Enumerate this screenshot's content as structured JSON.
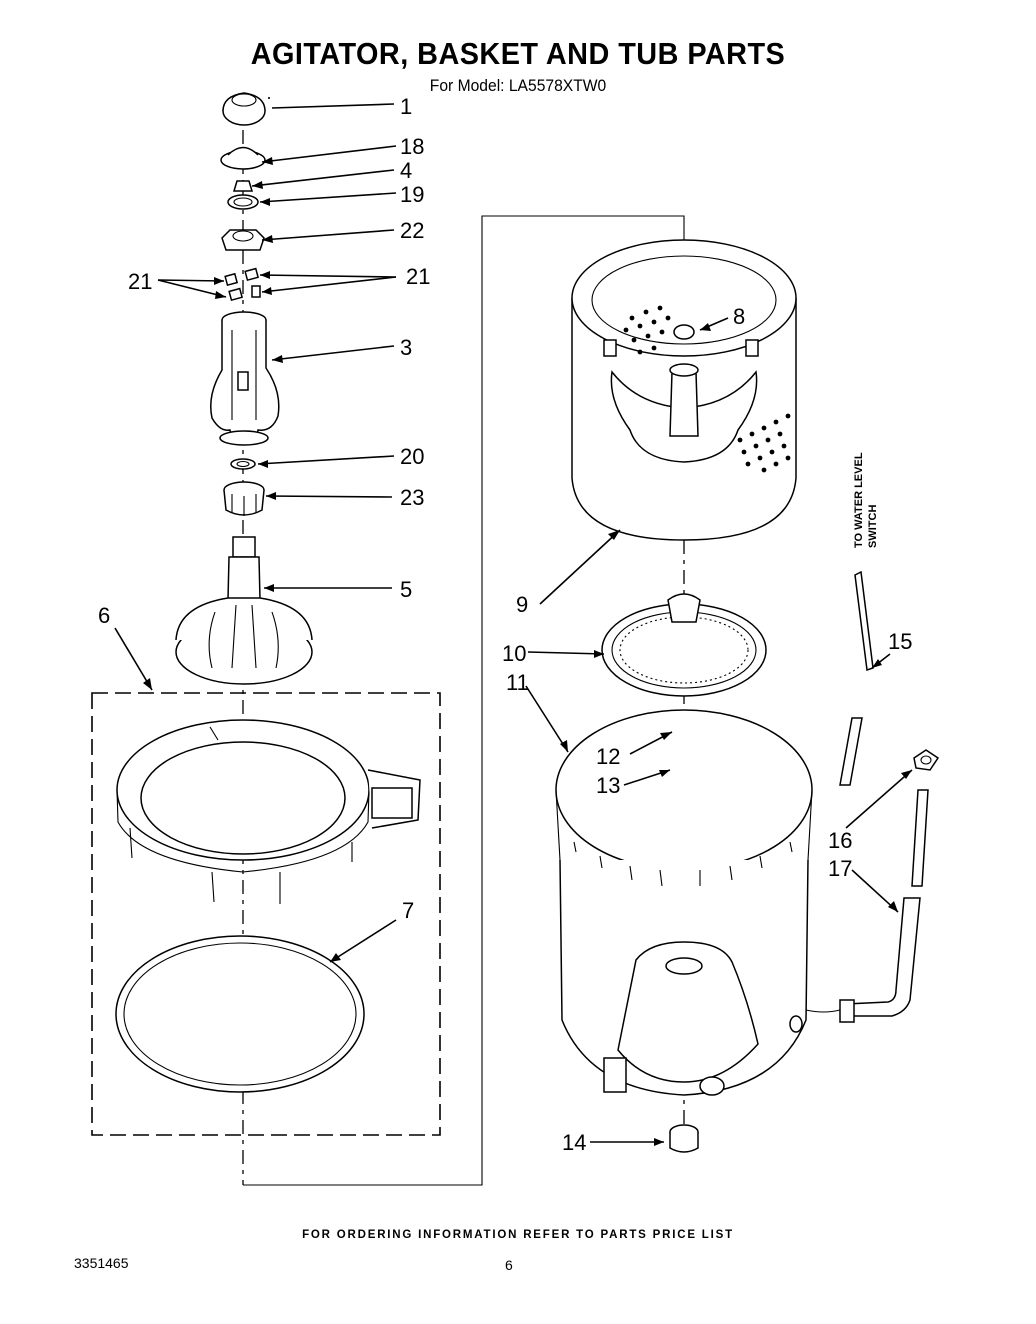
{
  "header": {
    "title": "AGITATOR, BASKET AND TUB PARTS",
    "model": "For Model: LA5578XTW0"
  },
  "callouts": {
    "c1": "1",
    "c18": "18",
    "c4": "4",
    "c19": "19",
    "c22": "22",
    "c21_left": "21",
    "c21_right": "21",
    "c3": "3",
    "c20": "20",
    "c23": "23",
    "c5": "5",
    "c6": "6",
    "c7": "7",
    "c8": "8",
    "c9": "9",
    "c10": "10",
    "c11": "11",
    "c12": "12",
    "c13": "13",
    "c14": "14",
    "c15": "15",
    "c16": "16",
    "c17": "17"
  },
  "side_note": {
    "line1": "TO WATER LEVEL",
    "line2": "SWITCH"
  },
  "footer": {
    "ordering": "FOR ORDERING INFORMATION REFER TO PARTS PRICE LIST",
    "doc_number": "3351465",
    "page": "6"
  }
}
